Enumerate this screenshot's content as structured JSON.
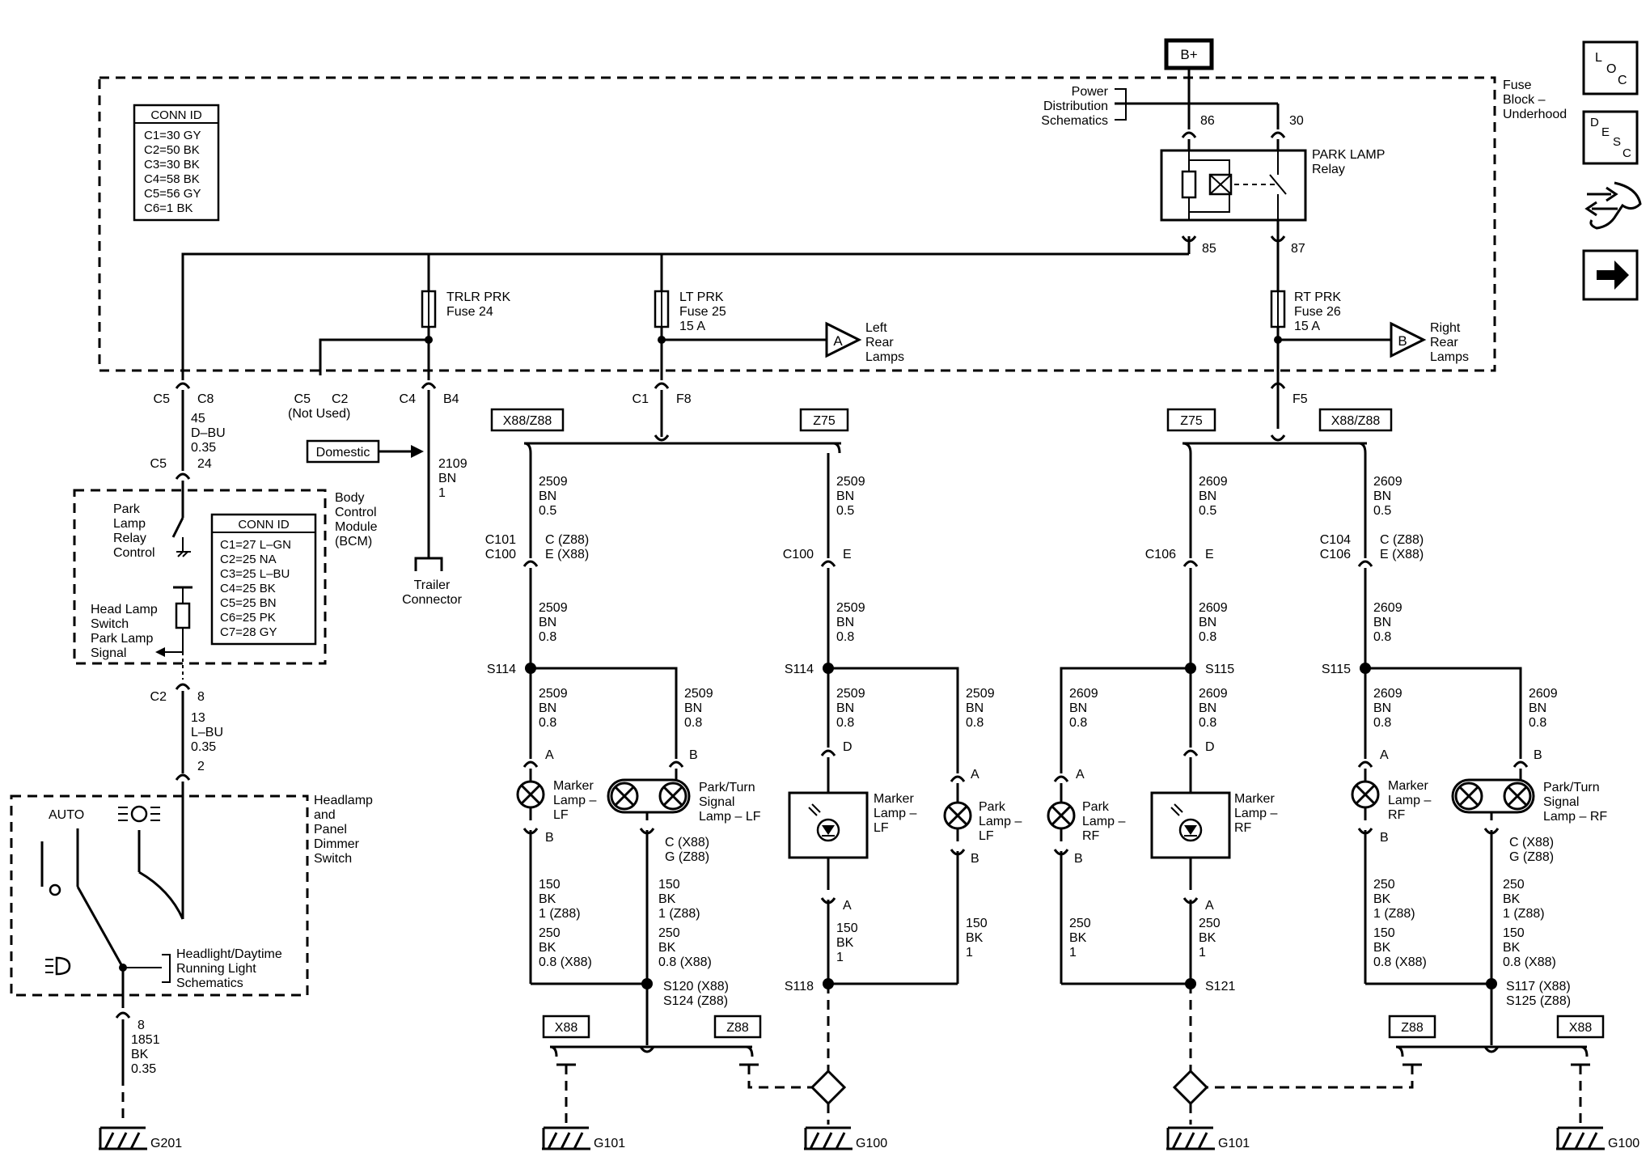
{
  "top": {
    "bplus": "B+",
    "power_dist": [
      "Power",
      "Distribution",
      "Schematics"
    ],
    "fuse_block": [
      "Fuse",
      "Block –",
      "Underhood"
    ],
    "relay_title": "PARK LAMP",
    "relay_sub": "Relay",
    "pin86": "86",
    "pin30": "30",
    "pin85": "85",
    "pin87": "87"
  },
  "conn_id_top": {
    "header": "CONN ID",
    "rows": [
      "C1=30 GY",
      "C2=50 BK",
      "C3=30 BK",
      "C4=58 BK",
      "C5=56 GY",
      "C6=1 BK"
    ]
  },
  "conn_id_bcm": {
    "header": "CONN ID",
    "rows": [
      "C1=27 L–GN",
      "C2=25 NA",
      "C3=25 L–BU",
      "C4=25 BK",
      "C5=25 BN",
      "C6=25 PK",
      "C7=28 GY"
    ]
  },
  "fuses": {
    "trlr": [
      "TRLR PRK",
      "Fuse 24"
    ],
    "lt": [
      "LT PRK",
      "Fuse 25",
      "15 A"
    ],
    "rt": [
      "RT PRK",
      "Fuse 26",
      "15 A"
    ]
  },
  "refs": {
    "a_letter": "A",
    "a_label": [
      "Left",
      "Rear",
      "Lamps"
    ],
    "b_letter": "B",
    "b_label": [
      "Right",
      "Rear",
      "Lamps"
    ]
  },
  "connectors": {
    "c5": "C5",
    "c8": "C8",
    "c5b": "C5",
    "c2": "C2",
    "not_used": "(Not Used)",
    "c4": "C4",
    "b4": "B4",
    "c1": "C1",
    "f8": "F8",
    "f5": "F5",
    "c5_24": "C5",
    "n24": "24",
    "c2_8": "C2",
    "n8": "8",
    "n2": "2",
    "n8b": "8"
  },
  "wires": {
    "w45": [
      "45",
      "D–BU",
      "0.35"
    ],
    "w13": [
      "13",
      "L–BU",
      "0.35"
    ],
    "w1851": [
      "1851",
      "BK",
      "0.35"
    ],
    "w2109": [
      "2109",
      "BN",
      "1"
    ]
  },
  "bcm": {
    "title": [
      "Body",
      "Control",
      "Module",
      "(BCM)"
    ],
    "relay_ctrl": [
      "Park",
      "Lamp",
      "Relay",
      "Control"
    ],
    "switch_signal": [
      "Head Lamp",
      "Switch",
      "Park Lamp",
      "Signal"
    ]
  },
  "domestic": "Domestic",
  "trailer": [
    "Trailer",
    "Connector"
  ],
  "headlamp_switch": {
    "title": [
      "Headlamp",
      "and",
      "Panel",
      "Dimmer",
      "Switch"
    ],
    "auto": "AUTO",
    "ref": [
      "Headlight/Daytime",
      "Running Light",
      "Schematics"
    ]
  },
  "options": {
    "x88z88_l": "X88/Z88",
    "z75_l": "Z75",
    "z75_r": "Z75",
    "x88z88_r": "X88/Z88",
    "x88_bl": "X88",
    "z88_bl": "Z88",
    "z88_br": "Z88",
    "x88_br": "X88"
  },
  "left_lf": {
    "w1": [
      "2509",
      "BN",
      "0.5"
    ],
    "conn": [
      "C101",
      "C100"
    ],
    "conn_pins": [
      "C (Z88)",
      "E (X88)"
    ],
    "w2": [
      "2509",
      "BN",
      "0.8"
    ],
    "splice": "S114",
    "w3": [
      "2509",
      "BN",
      "0.8"
    ],
    "w4": [
      "2509",
      "BN",
      "0.8"
    ],
    "pinA": "A",
    "pinB": "B",
    "pinB2": "B",
    "marker": [
      "Marker",
      "Lamp –",
      "LF"
    ],
    "park_turn": [
      "Park/Turn",
      "Signal",
      "Lamp – LF"
    ],
    "pin_c": [
      "C (X88)",
      "G (Z88)"
    ],
    "w5": [
      "150",
      "BK",
      "1 (Z88)",
      "250",
      "BK",
      "0.8 (X88)"
    ],
    "w6": [
      "150",
      "BK",
      "1 (Z88)",
      "250",
      "BK",
      "0.8 (X88)"
    ],
    "splice2": [
      "S120 (X88)",
      "S124 (Z88)"
    ]
  },
  "right_lf": {
    "w1": [
      "2509",
      "BN",
      "0.5"
    ],
    "conn": "C100",
    "pin": "E",
    "w2": [
      "2509",
      "BN",
      "0.8"
    ],
    "splice": "S114",
    "w3": [
      "2509",
      "BN",
      "0.8"
    ],
    "w4": [
      "2509",
      "BN",
      "0.8"
    ],
    "pinD": "D",
    "pinA": "A",
    "pinA2": "A",
    "pinB": "B",
    "marker": [
      "Marker",
      "Lamp –",
      "LF"
    ],
    "park": [
      "Park",
      "Lamp –",
      "LF"
    ],
    "w5": [
      "150",
      "BK",
      "1"
    ],
    "w6": [
      "150",
      "BK",
      "1"
    ],
    "splice2": "S118"
  },
  "left_rf": {
    "w1": [
      "2609",
      "BN",
      "0.5"
    ],
    "conn": "C106",
    "pin": "E",
    "w2": [
      "2609",
      "BN",
      "0.8"
    ],
    "splice": "S115",
    "w3": [
      "2609",
      "BN",
      "0.8"
    ],
    "w4": [
      "2609",
      "BN",
      "0.8"
    ],
    "pinD": "D",
    "pinA": "A",
    "pinA2": "A",
    "pinB": "B",
    "marker": [
      "Marker",
      "Lamp –",
      "RF"
    ],
    "park": [
      "Park",
      "Lamp –",
      "RF"
    ],
    "w5": [
      "250",
      "BK",
      "1"
    ],
    "w6": [
      "250",
      "BK",
      "1"
    ],
    "splice2": "S121"
  },
  "right_rf": {
    "w1": [
      "2609",
      "BN",
      "0.5"
    ],
    "conn": [
      "C104",
      "C106"
    ],
    "conn_pins": [
      "C (Z88)",
      "E (X88)"
    ],
    "w2": [
      "2609",
      "BN",
      "0.8"
    ],
    "splice": "S115",
    "w3": [
      "2609",
      "BN",
      "0.8"
    ],
    "w4": [
      "2609",
      "BN",
      "0.8"
    ],
    "pinA": "A",
    "pinB": "B",
    "pinB2": "B",
    "marker": [
      "Marker",
      "Lamp –",
      "RF"
    ],
    "park_turn": [
      "Park/Turn",
      "Signal",
      "Lamp – RF"
    ],
    "pin_c": [
      "C (X88)",
      "G (Z88)"
    ],
    "w5": [
      "250",
      "BK",
      "1 (Z88)",
      "150",
      "BK",
      "0.8 (X88)"
    ],
    "w6": [
      "250",
      "BK",
      "1 (Z88)",
      "150",
      "BK",
      "0.8 (X88)"
    ],
    "splice2": [
      "S117 (X88)",
      "S125 (Z88)"
    ]
  },
  "grounds": {
    "g201": "G201",
    "g101a": "G101",
    "g100a": "G100",
    "g101b": "G101",
    "g100b": "G100"
  },
  "side": {
    "loc": [
      "L",
      "O",
      "C"
    ],
    "desc": [
      "D",
      "E",
      "S",
      "C"
    ],
    "icons": [
      "wrench-arrows-icon",
      "arrow-right-icon"
    ]
  }
}
